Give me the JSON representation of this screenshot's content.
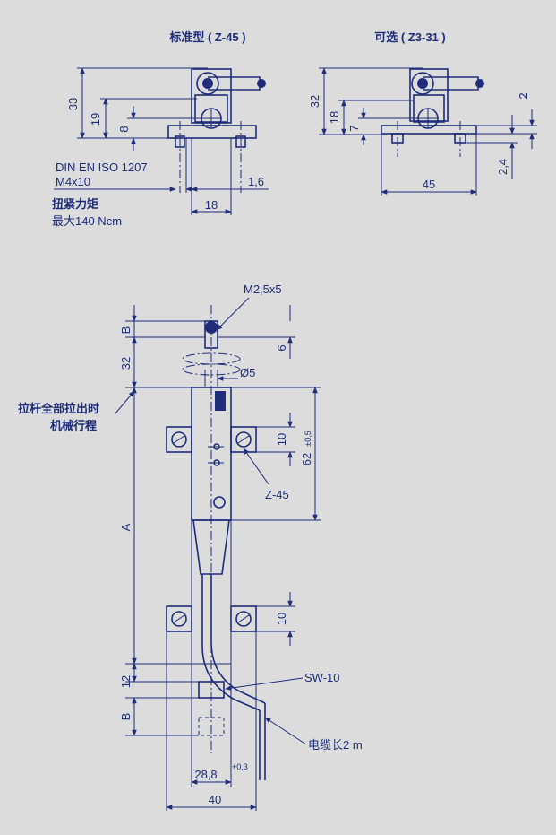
{
  "colors": {
    "background": "#dcdcdc",
    "ink": "#1e2c7a"
  },
  "top_left": {
    "title": "标准型 ( Z-45 )",
    "dims": {
      "d33": "33",
      "d19": "19",
      "d8": "8",
      "d1_6": "1,6",
      "d18": "18"
    },
    "screw_note": [
      "DIN EN ISO 1207",
      "M4x10"
    ],
    "torque_note": [
      "扭紧力矩",
      "最大140 Ncm"
    ]
  },
  "top_right": {
    "title": "可选 ( Z3-31 )",
    "dims": {
      "d32": "32",
      "d18": "18",
      "d7": "7",
      "d2": "2",
      "d2_4": "2,4",
      "d45": "45"
    }
  },
  "main": {
    "labels": {
      "thread": "M2,5x5",
      "diameter": "Ø5",
      "stroke_note": [
        "拉杆全部拉出时",
        "机械行程"
      ],
      "clamp": "Z-45",
      "connector": "SW-10",
      "cable": "电缆长2 m"
    },
    "dims": {
      "B_top": "B",
      "d32": "32",
      "d6": "6",
      "d10_top": "10",
      "d62": "62",
      "tol62": "±0,5",
      "A": "A",
      "d10_bottom": "10",
      "d12": "12",
      "B_bottom": "B",
      "d28_8": "28,8",
      "tol28_8": "+0,3",
      "d40": "40"
    }
  }
}
